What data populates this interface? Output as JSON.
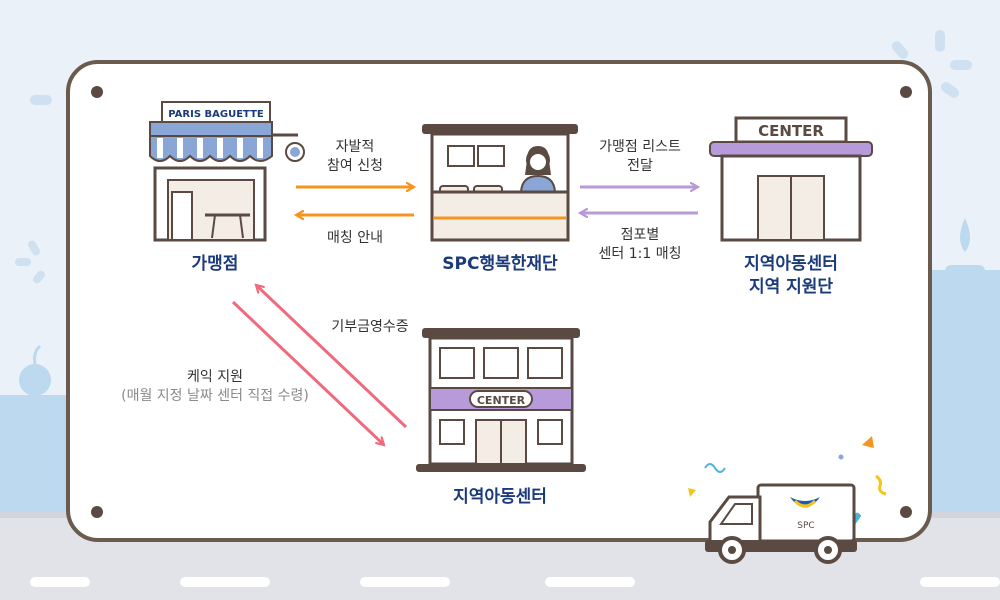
{
  "nodes": {
    "franchise": "가맹점",
    "foundation": "SPC행복한재단",
    "support_line1": "지역아동센터",
    "support_line2": "지역 지원단",
    "center": "지역아동센터"
  },
  "signs": {
    "bakery_sign": "PARIS BAGUETTE",
    "support_building_sign": "CENTER",
    "center_building_sign": "CENTER",
    "truck_brand": "SPC"
  },
  "arrows": {
    "voluntary_line1": "자발적",
    "voluntary_line2": "참여 신청",
    "matching_guide": "매칭 안내",
    "list_line1": "가맹점 리스트",
    "list_line2": "전달",
    "match_line1": "점포별",
    "match_line2": "센터 1:1 매칭",
    "receipt": "기부금영수증",
    "cake_line1": "케익 지원",
    "cake_line2": "(매월 지정 날짜 센터 직접 수령)"
  },
  "colors": {
    "frame": "#6b5a4e",
    "orange_arrow": "#f7941d",
    "purple_arrow": "#b79ad9",
    "pink_arrow": "#f06a7e",
    "label_navy": "#1b3a7a",
    "background": "#eaf1f8"
  }
}
